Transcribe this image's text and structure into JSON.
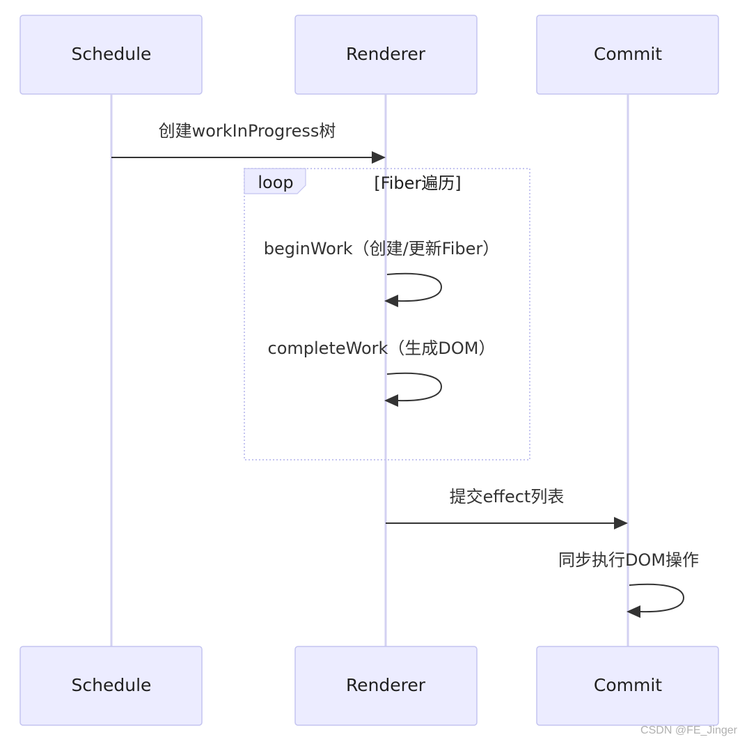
{
  "actors": [
    {
      "id": "schedule",
      "label": "Schedule"
    },
    {
      "id": "renderer",
      "label": "Renderer"
    },
    {
      "id": "commit",
      "label": "Commit"
    }
  ],
  "messages": [
    {
      "id": "create-wip",
      "from": "schedule",
      "to": "renderer",
      "label": "创建workInProgress树"
    },
    {
      "id": "begin-work",
      "from": "renderer",
      "to": "renderer",
      "label": "beginWork（创建/更新Fiber）"
    },
    {
      "id": "complete-work",
      "from": "renderer",
      "to": "renderer",
      "label": "completeWork（生成DOM）"
    },
    {
      "id": "submit-effects",
      "from": "renderer",
      "to": "commit",
      "label": "提交effect列表"
    },
    {
      "id": "sync-dom",
      "from": "commit",
      "to": "commit",
      "label": "同步执行DOM操作"
    }
  ],
  "loop": {
    "keyword": "loop",
    "condition": "[Fiber遍历]"
  },
  "watermark": "CSDN @FE_Jinger",
  "colors": {
    "actor_fill": "#ececff",
    "actor_stroke": "#c4c4f0",
    "lifeline": "#d3d1f2",
    "message": "#333333"
  }
}
